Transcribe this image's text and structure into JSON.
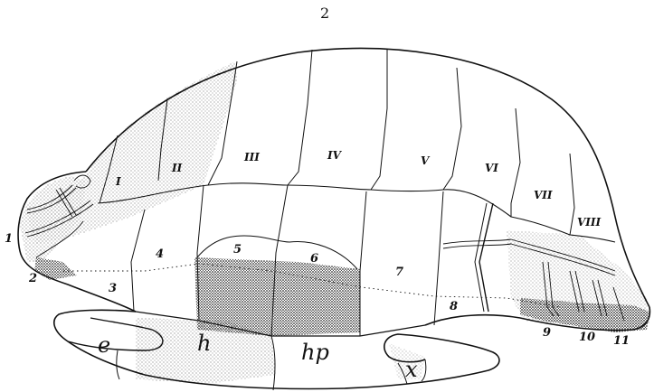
{
  "figure_number": "2",
  "scute_labels": {
    "vertebrals": [
      "III",
      "IV",
      "V",
      "VI"
    ],
    "pleurals": [
      "I",
      "II",
      "VII",
      "VIII"
    ],
    "marginals": [
      "1",
      "2",
      "3",
      "4",
      "5",
      "6",
      "7",
      "8",
      "9",
      "10",
      "11"
    ]
  },
  "plastron_labels": [
    "e",
    "h",
    "hp",
    "x"
  ],
  "colors": {
    "ink": "#111111",
    "paper": "#ffffff"
  }
}
